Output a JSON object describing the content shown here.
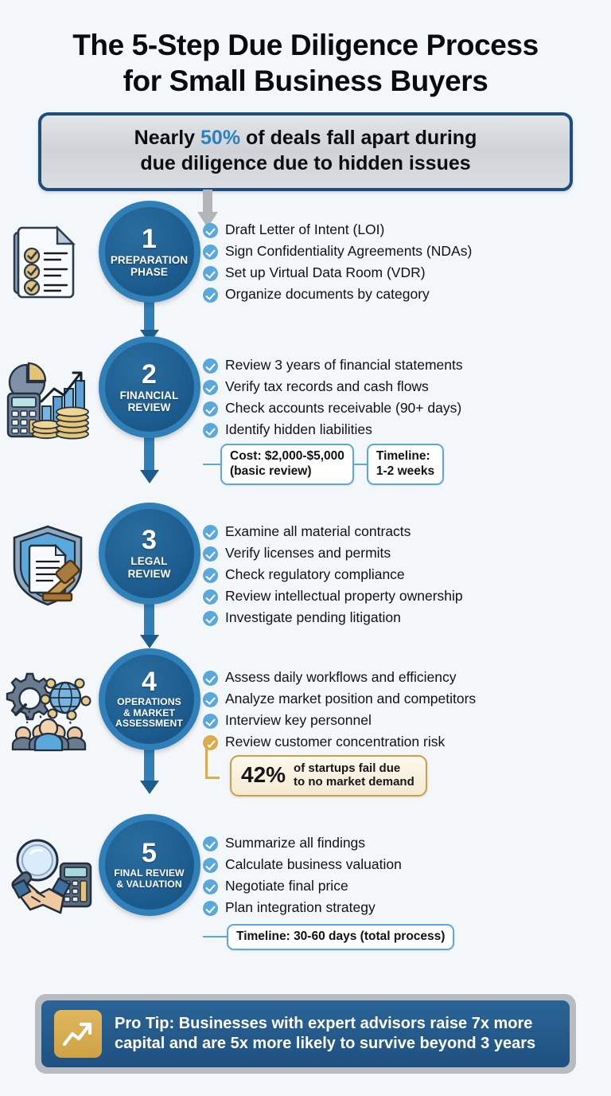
{
  "title": {
    "line1": "The 5-Step Due Diligence Process",
    "line2": "for Small Business Buyers"
  },
  "stat_banner": {
    "line1_pre": "Nearly ",
    "line1_highlight": "50%",
    "line1_post": " of deals fall apart during",
    "line2": "due diligence due to hidden issues",
    "highlight_color": "#2b7fc4"
  },
  "steps": [
    {
      "number": "1",
      "label_line1": "PREPARATION",
      "label_line2": "PHASE",
      "icon": "checklist-document-icon",
      "bullets": [
        "Draft Letter of Intent (LOI)",
        "Sign Confidentiality Agreements (NDAs)",
        "Set up Virtual Data Room (VDR)",
        "Organize documents by category"
      ]
    },
    {
      "number": "2",
      "label_line1": "FINANCIAL",
      "label_line2": "REVIEW",
      "icon": "financial-analysis-icon",
      "bullets": [
        "Review 3 years of financial statements",
        "Verify tax records and cash flows",
        "Check accounts receivable (90+ days)",
        "Identify hidden liabilities"
      ],
      "callouts": [
        {
          "line1": "Cost: $2,000-$5,000",
          "line2": "(basic review)"
        },
        {
          "line1": "Timeline:",
          "line2": "1-2 weeks"
        }
      ]
    },
    {
      "number": "3",
      "label_line1": "LEGAL",
      "label_line2": "REVIEW",
      "icon": "shield-gavel-icon",
      "bullets": [
        "Examine all material contracts",
        "Verify licenses and permits",
        "Check regulatory compliance",
        "Review intellectual property ownership",
        "Investigate pending litigation"
      ]
    },
    {
      "number": "4",
      "label_line1": "OPERATIONS",
      "label_line2": "& MARKET",
      "label_line3": "ASSESSMENT",
      "icon": "operations-market-icon",
      "bullets": [
        "Assess daily workflows and efficiency",
        "Analyze market position and competitors",
        "Interview key personnel",
        "Review customer concentration risk"
      ],
      "gold_callout": {
        "percent": "42%",
        "line1": "of startups fail due",
        "line2": "to no market demand",
        "accent_color": "#c9a14a"
      }
    },
    {
      "number": "5",
      "label_line1": "FINAL REVIEW",
      "label_line2": "& VALUATION",
      "icon": "magnifier-handshake-icon",
      "bullets": [
        "Summarize all findings",
        "Calculate business valuation",
        "Negotiate final price",
        "Plan integration strategy"
      ],
      "callouts": [
        {
          "line1": "Timeline: 30-60 days (total process)"
        }
      ]
    }
  ],
  "pro_tip": {
    "icon": "growth-arrow-icon",
    "line1": "Pro Tip: Businesses with expert advisors raise 7x more",
    "line2": "capital and are 5x more likely to survive beyond 3 years",
    "background_color": "#2a6496",
    "icon_color": "#cfa245"
  },
  "theme": {
    "page_background": "#f4f7fa",
    "circle_ring": "#2f7fb8",
    "circle_fill": "#1d5c8f",
    "check_blue": "#5aa8dc",
    "check_gold": "#d9ac4e",
    "banner_border": "#1c4e7e"
  }
}
